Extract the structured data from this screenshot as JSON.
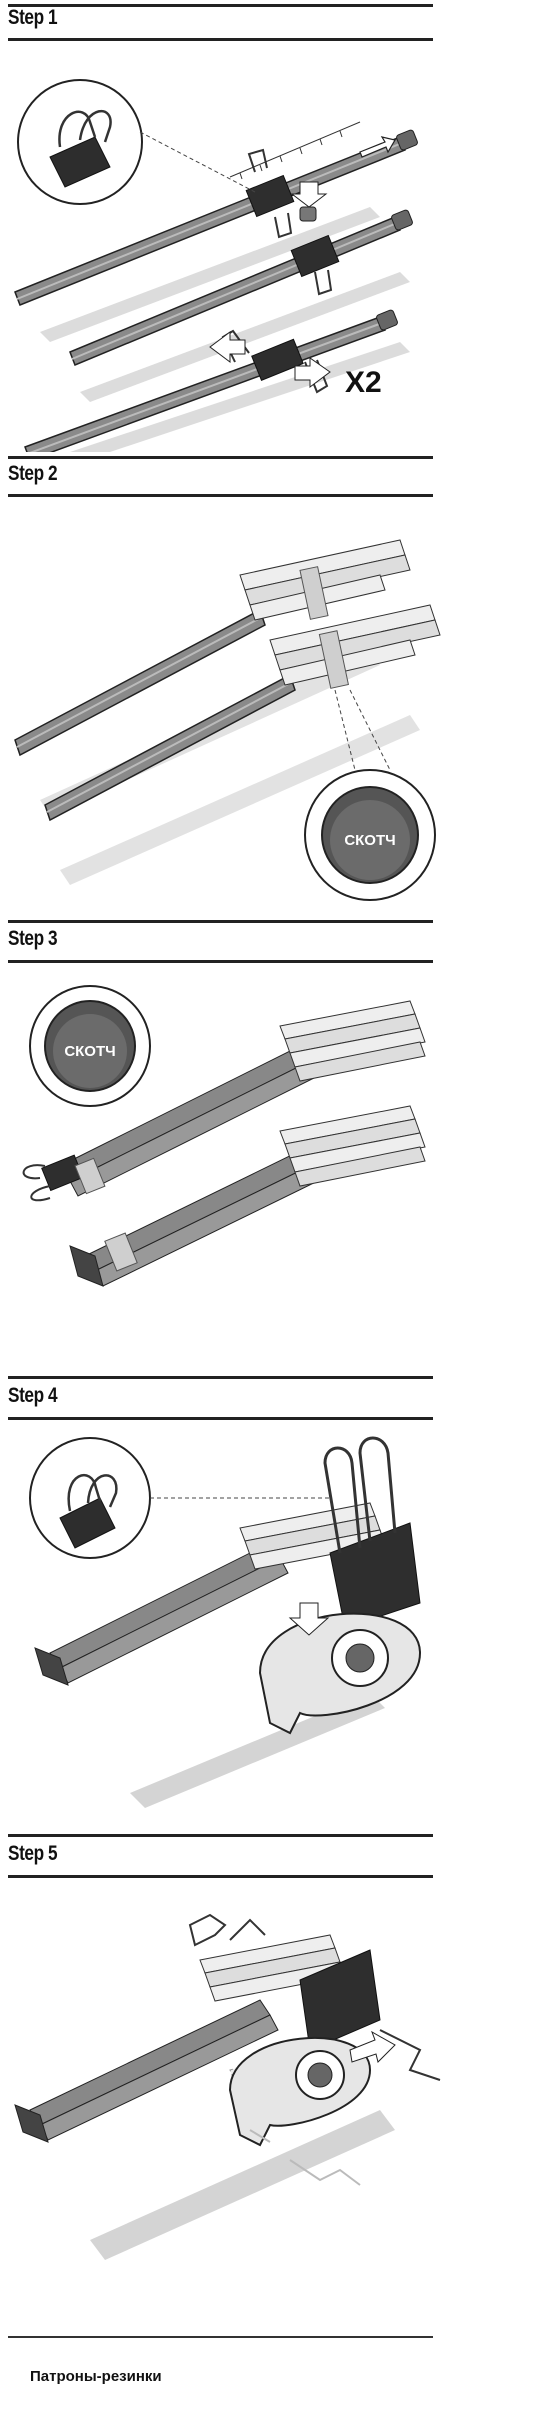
{
  "steps": [
    {
      "title": "Step 1"
    },
    {
      "title": "Step 2"
    },
    {
      "title": "Step 3"
    },
    {
      "title": "Step 4"
    },
    {
      "title": "Step 5"
    }
  ],
  "step1": {
    "multiplier": "X2"
  },
  "step2": {
    "callout_label": "СКОТЧ"
  },
  "step3": {
    "callout_label": "СКОТЧ"
  },
  "footer": {
    "caption": "Патроны-резинки"
  },
  "colors": {
    "rod": "#7a7a7a",
    "rod_dark": "#4a4a4a",
    "shadow": "#d9d9d9",
    "clip": "#3a3a3a",
    "clothespin": "#eeeeee",
    "tape": "#cfcfcf"
  }
}
